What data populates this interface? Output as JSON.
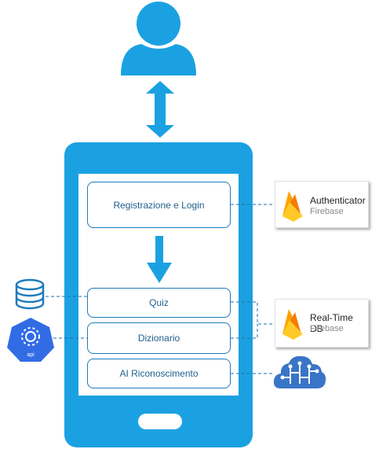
{
  "diagram": {
    "app_boxes": [
      {
        "label": "Registrazione e Login"
      },
      {
        "label": "Quiz"
      },
      {
        "label": "Dizionario"
      },
      {
        "label": "AI Riconoscimento"
      }
    ],
    "services": [
      {
        "title": "Authenticator",
        "subtitle": "Firebase"
      },
      {
        "title": "Real-Time DB",
        "subtitle": "Firebase"
      }
    ],
    "api_badge_label": "api",
    "icons": [
      "user-icon",
      "bidirectional-arrow-icon",
      "down-arrow-icon",
      "database-icon",
      "api-hexagon-icon",
      "firebase-flame-icon",
      "ai-brain-cloud-icon"
    ],
    "colors": {
      "phone": "#1ba1e2",
      "box_border": "#1b7bbd",
      "text": "#1f5f8b",
      "connector": "#1b6fa8",
      "firebase_yellow": "#ffca28",
      "firebase_orange": "#f57c00"
    }
  }
}
